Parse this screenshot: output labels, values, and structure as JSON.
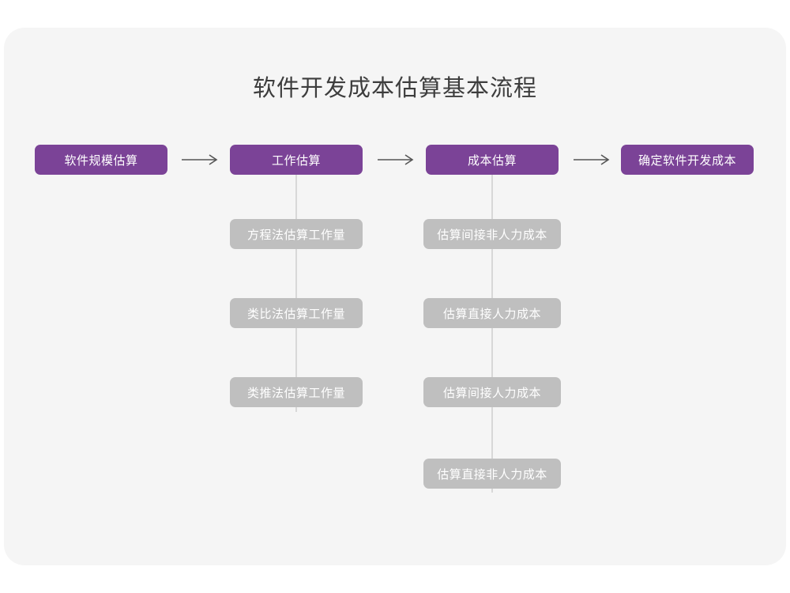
{
  "title": "软件开发成本估算基本流程",
  "colors": {
    "page_background": "#ffffff",
    "card_background": "#f5f5f5",
    "primary_box": "#7b4397",
    "secondary_box": "#bfbfbf",
    "connector_line": "#d8d8d8",
    "arrow": "#555555",
    "title_text": "#3d3d3d",
    "box_text": "#ffffff"
  },
  "main_flow": {
    "steps": [
      {
        "label": "软件规模估算"
      },
      {
        "label": "工作估算"
      },
      {
        "label": "成本估算"
      },
      {
        "label": "确定软件开发成本"
      }
    ],
    "arrows": [
      {
        "name": "arrow-1",
        "icon": "arrow-right-icon"
      },
      {
        "name": "arrow-2",
        "icon": "arrow-right-icon"
      },
      {
        "name": "arrow-3",
        "icon": "arrow-right-icon"
      }
    ]
  },
  "branches": [
    {
      "parent": "工作估算",
      "items": [
        {
          "label": "方程法估算工作量"
        },
        {
          "label": "类比法估算工作量"
        },
        {
          "label": "类推法估算工作量"
        }
      ]
    },
    {
      "parent": "成本估算",
      "items": [
        {
          "label": "估算间接非人力成本"
        },
        {
          "label": "估算直接人力成本"
        },
        {
          "label": "估算间接人力成本"
        },
        {
          "label": "估算直接非人力成本"
        }
      ]
    }
  ]
}
